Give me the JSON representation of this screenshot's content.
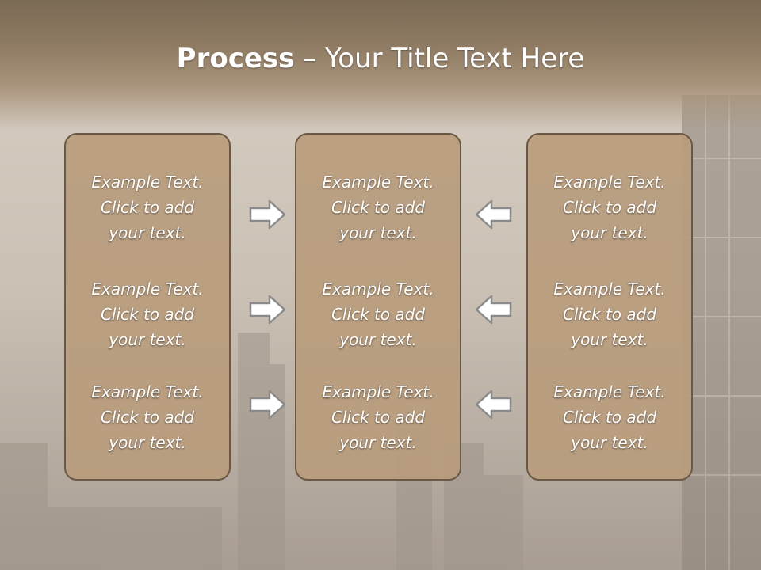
{
  "slide": {
    "title_bold": "Process",
    "title_dash": " – ",
    "title_rest": "Your Title Text Here"
  },
  "columns": [
    {
      "entries": [
        "Example Text.\nClick  to add\nyour text.",
        "Example Text.\nClick  to add\nyour text.",
        "Example Text.\nClick  to add\nyour text."
      ]
    },
    {
      "entries": [
        "Example Text.\nClick  to add\nyour text.",
        "Example Text.\nClick  to add\nyour text.",
        "Example Text.\nClick  to add\nyour text."
      ]
    },
    {
      "entries": [
        "Example Text.\nClick  to add\nyour text.",
        "Example Text.\nClick  to add\nyour text.",
        "Example Text.\nClick  to add\nyour text."
      ]
    }
  ],
  "arrows": {
    "left_group": "arrow-right-icon",
    "right_group": "arrow-left-icon"
  },
  "colors": {
    "box_fill": "#b89c7d",
    "box_border": "#6a5844",
    "title_band": "#8f7b63"
  }
}
